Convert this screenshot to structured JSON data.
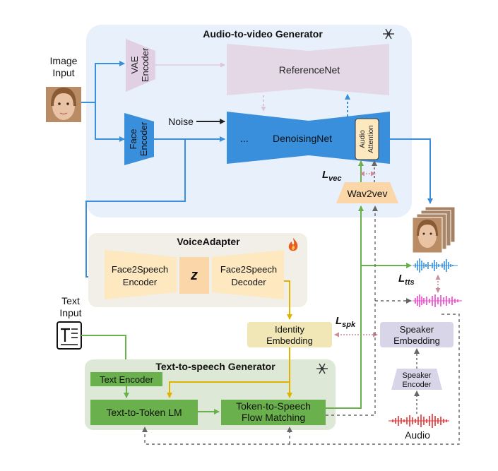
{
  "a2v": {
    "title": "Audio-to-video Generator",
    "frozen_icon": "snowflake-icon"
  },
  "image_input": {
    "line1": "Image",
    "line2": "Input"
  },
  "vae": {
    "line1": "VAE",
    "line2": "Encoder"
  },
  "face_enc": {
    "line1": "Face",
    "line2": "Encoder"
  },
  "reference_net": "ReferenceNet",
  "noise": "Noise",
  "denoising_net": {
    "label": "DenoisingNet",
    "ellipsis": "..."
  },
  "audio_attention": {
    "line1": "Audio",
    "line2": "Attention"
  },
  "l_vec": {
    "main": "L",
    "sub": "vec"
  },
  "wav2vev": "Wav2vev",
  "voice_adapter": {
    "title": "VoiceAdapter",
    "trainable_icon": "fire-icon",
    "encoder": {
      "line1": "Face2Speech",
      "line2": "Encoder"
    },
    "latent": "z",
    "decoder": {
      "line1": "Face2Speech",
      "line2": "Decoder"
    }
  },
  "text_input": {
    "line1": "Text",
    "line2": "Input",
    "icon": "text-document-icon"
  },
  "identity": {
    "line1": "Identity",
    "line2": "Embedding"
  },
  "l_spk": {
    "main": "L",
    "sub": "spk"
  },
  "speaker_embedding": {
    "line1": "Speaker",
    "line2": "Embedding"
  },
  "speaker_encoder": {
    "line1": "Speaker",
    "line2": "Encoder"
  },
  "l_tts": {
    "main": "L",
    "sub": "tts"
  },
  "tts": {
    "title": "Text-to-speech Generator",
    "frozen_icon": "snowflake-icon",
    "text_encoder": "Text Encoder",
    "t2t": "Text-to-Token LM",
    "flow": {
      "line1": "Token-to-Speech",
      "line2": "Flow Matching"
    }
  },
  "audio_label": "Audio",
  "colors": {
    "a2v_panel": "#e8f0fb",
    "blue": "#3a8fdc",
    "purple": "#e4d7e6",
    "adapter_panel": "#f2efe9",
    "adapter_block": "#fde8c0",
    "identity_block": "#f1e6b6",
    "speaker_block": "#d9d5e8",
    "tts_panel": "#dde8d6",
    "tts_block": "#6ab04c",
    "green_arrow": "#6ab04c",
    "yellow_arrow": "#e0b300",
    "pink": "#c9909b"
  }
}
